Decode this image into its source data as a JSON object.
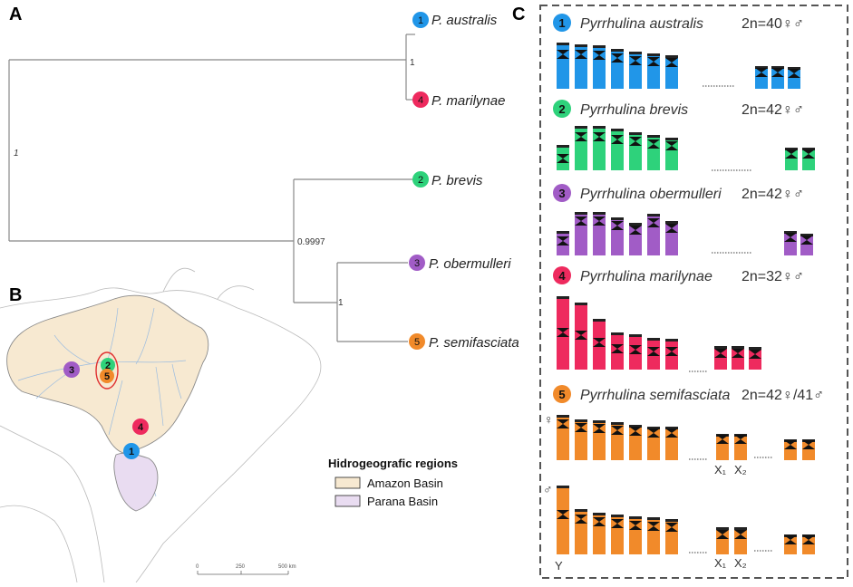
{
  "panels": {
    "a": "A",
    "b": "B",
    "c": "C"
  },
  "colors": {
    "australis": "#2196e8",
    "brevis": "#2ed27b",
    "obermulleri": "#a15cc6",
    "marilynae": "#ee2a5e",
    "semifasciata": "#f18a2a",
    "amazon_fill": "#f7e9d1",
    "parana_fill": "#e9dcf1"
  },
  "tree": {
    "root_support": "1",
    "tips": [
      {
        "num": "1",
        "name": "P. australis"
      },
      {
        "num": "4",
        "name": "P. marilynae"
      },
      {
        "num": "2",
        "name": "P. brevis"
      },
      {
        "num": "3",
        "name": "P. obermulleri"
      },
      {
        "num": "5",
        "name": "P. semifasciata"
      }
    ],
    "supports": {
      "australis_marilynae": "1",
      "brevis_clade": "0.9997",
      "obermulleri_semifasciata": "1"
    }
  },
  "map": {
    "markers": [
      "1",
      "2",
      "3",
      "4",
      "5"
    ],
    "legend_title": "Hidrogeografic regions",
    "legend_items": [
      "Amazon Basin",
      "Parana Basin"
    ],
    "scale_labels": [
      "0",
      "250",
      "500 km"
    ]
  },
  "karyotypes": [
    {
      "num": "1",
      "name": "Pyrrhulina australis",
      "formula": "2n=40♀♂"
    },
    {
      "num": "2",
      "name": "Pyrrhulina brevis",
      "formula": "2n=42♀♂"
    },
    {
      "num": "3",
      "name": "Pyrrhulina obermulleri",
      "formula": "2n=42♀♂"
    },
    {
      "num": "4",
      "name": "Pyrrhulina marilynae",
      "formula": "2n=32♀♂"
    },
    {
      "num": "5",
      "name": "Pyrrhulina semifasciata",
      "formula": "2n=42♀/41♂"
    }
  ],
  "sex_labels": {
    "female": "♀",
    "male": "♂",
    "x1": "X₁",
    "x2": "X₂",
    "y": "Y"
  }
}
